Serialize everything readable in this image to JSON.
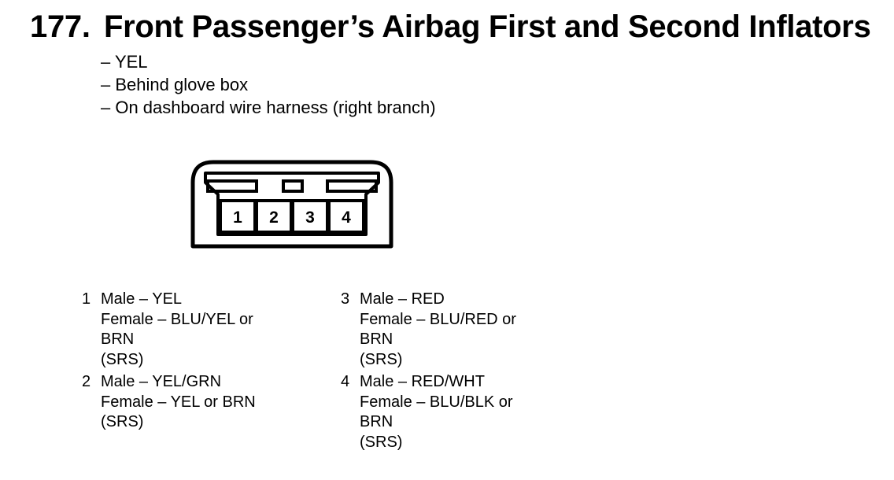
{
  "title": {
    "number": "177.",
    "text": "Front Passenger’s Airbag First and Second Inflators"
  },
  "details": [
    "– YEL",
    "– Behind glove box",
    "– On dashboard wire harness (right branch)"
  ],
  "connector": {
    "terminals": [
      "1",
      "2",
      "3",
      "4"
    ]
  },
  "pins": [
    {
      "number": "1",
      "lines": [
        "Male – YEL",
        "Female – BLU/YEL or",
        "BRN",
        "(SRS)"
      ]
    },
    {
      "number": "2",
      "lines": [
        "Male – YEL/GRN",
        "Female – YEL or BRN",
        "(SRS)"
      ]
    },
    {
      "number": "3",
      "lines": [
        "Male – RED",
        "Female – BLU/RED or",
        "BRN",
        "(SRS)"
      ]
    },
    {
      "number": "4",
      "lines": [
        "Male – RED/WHT",
        "Female – BLU/BLK or",
        "BRN",
        "(SRS)"
      ]
    }
  ]
}
